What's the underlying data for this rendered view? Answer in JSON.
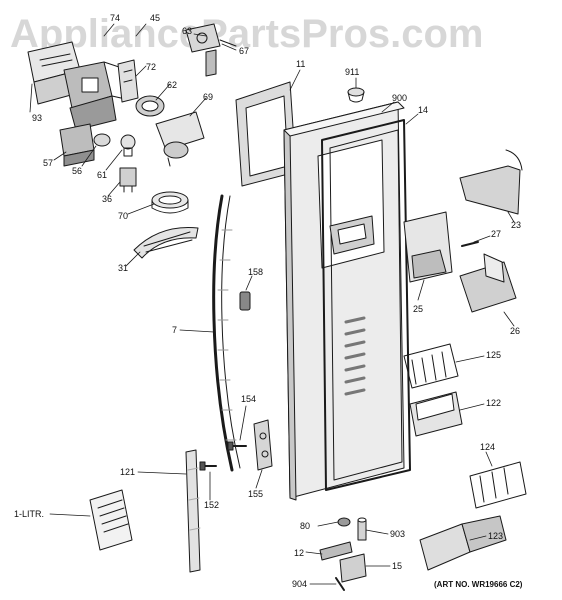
{
  "watermark": "AppliancePartsPros.com",
  "art_number": "(ART NO. WR19666 C2)",
  "callouts": [
    "74",
    "45",
    "63",
    "67",
    "72",
    "62",
    "69",
    "93",
    "57",
    "56",
    "61",
    "36",
    "70",
    "31",
    "11",
    "911",
    "900",
    "14",
    "23",
    "27",
    "25",
    "26",
    "158",
    "7",
    "125",
    "122",
    "154",
    "121",
    "152",
    "155",
    "124",
    "1-LITR.",
    "80",
    "903",
    "12",
    "15",
    "904",
    "123"
  ],
  "colors": {
    "line": "#1a1a1a",
    "shade": "#9a9a9a",
    "light": "#d6d6d6",
    "watermark": "#8c8c8c"
  }
}
